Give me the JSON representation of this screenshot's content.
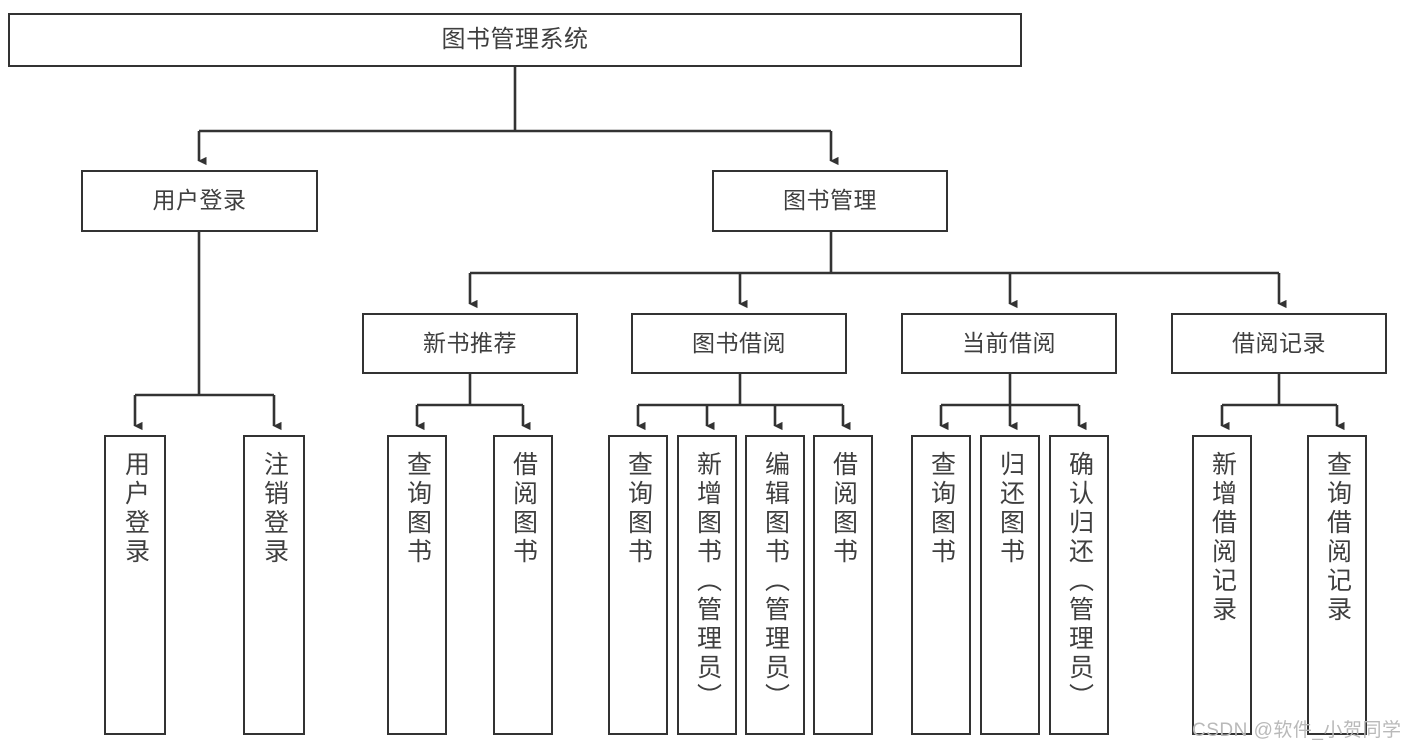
{
  "diagram": {
    "title": "图书管理系统",
    "style": {
      "box_border_color": "#333333",
      "box_fill": "#ffffff",
      "text_color": "#3f3f3f",
      "connector_color": "#333333",
      "background": "#ffffff"
    },
    "levels": {
      "root": {
        "label": "图书管理系统"
      },
      "level2": [
        {
          "label": "用户登录"
        },
        {
          "label": "图书管理"
        }
      ],
      "level3": [
        {
          "label": "新书推荐"
        },
        {
          "label": "图书借阅"
        },
        {
          "label": "当前借阅"
        },
        {
          "label": "借阅记录"
        }
      ],
      "leaves": {
        "user_login": [
          {
            "label": "用户登录"
          },
          {
            "label": "注销登录"
          }
        ],
        "new_book_recommend": [
          {
            "label": "查询图书"
          },
          {
            "label": "借阅图书"
          }
        ],
        "book_borrow": [
          {
            "label": "查询图书"
          },
          {
            "label": "新增图书（管理员）"
          },
          {
            "label": "编辑图书（管理员）"
          },
          {
            "label": "借阅图书"
          }
        ],
        "current_borrow": [
          {
            "label": "查询图书"
          },
          {
            "label": "归还图书"
          },
          {
            "label": "确认归还（管理员）"
          }
        ],
        "borrow_record": [
          {
            "label": "新增借阅记录"
          },
          {
            "label": "查询借阅记录"
          }
        ]
      }
    }
  },
  "watermark": {
    "text": "CSDN @软件_小贺同学"
  }
}
